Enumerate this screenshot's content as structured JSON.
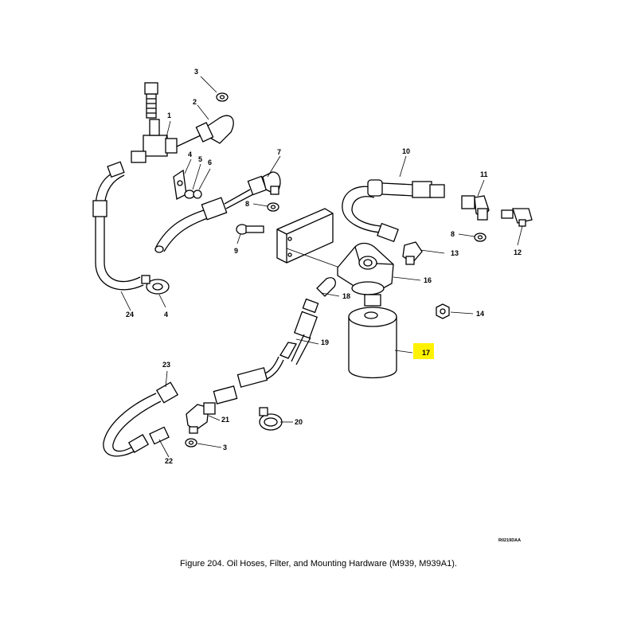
{
  "figure": {
    "caption": "Figure  204.   Oil Hoses, Filter, and Mounting Hardware (M939, M939A1).",
    "id_code": "R0219DAA"
  },
  "callouts": {
    "c1": "1",
    "c2": "2",
    "c3": "3",
    "c3b": "3",
    "c4": "4",
    "c4b": "4",
    "c5": "5",
    "c6": "6",
    "c7": "7",
    "c8": "8",
    "c8b": "8",
    "c9": "9",
    "c10": "10",
    "c11": "11",
    "c12": "12",
    "c13": "13",
    "c14": "14",
    "c16": "16",
    "c17": "17",
    "c18": "18",
    "c19": "19",
    "c20": "20",
    "c21": "21",
    "c22": "22",
    "c23": "23",
    "c24": "24"
  },
  "colors": {
    "highlight": "#fff200",
    "line": "#000000"
  }
}
